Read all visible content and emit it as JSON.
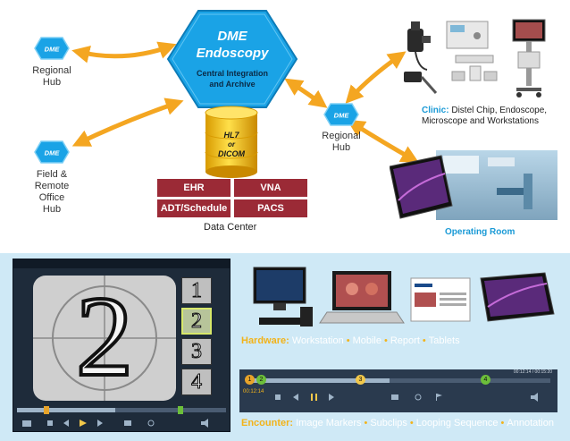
{
  "hub_hexes": [
    "DME",
    "DME",
    "DME"
  ],
  "central": {
    "title_line1": "DME",
    "title_line2": "Endoscopy",
    "sub_line1": "Central Integration",
    "sub_line2": "and Archive"
  },
  "cylinder": {
    "line1": "HL7",
    "line2": "or",
    "line3": "DICOM"
  },
  "hubs": {
    "regional_left": {
      "line1": "Regional",
      "line2": "Hub"
    },
    "field": {
      "line1": "Field &",
      "line2": "Remote",
      "line3": "Office",
      "line4": "Hub"
    },
    "regional_right": {
      "line1": "Regional",
      "line2": "Hub"
    }
  },
  "data_center": {
    "boxes": [
      "EHR",
      "VNA",
      "ADT/Schedule",
      "PACS"
    ],
    "label": "Data Center"
  },
  "clinic": {
    "prefix": "Clinic:",
    "line1": "Distel Chip, Endoscope,",
    "line2": "Microscope and Workstations"
  },
  "operating_room": "Operating Room",
  "countdown": {
    "big_number": "2",
    "thumbs": [
      "1",
      "2",
      "3",
      "4"
    ]
  },
  "hardware": {
    "prefix": "Hardware:",
    "items": [
      "Workstation",
      "Mobile",
      "Report",
      "Tablets"
    ]
  },
  "encounter": {
    "prefix": "Encounter:",
    "items": [
      "Image Markers",
      "Subclips",
      "Looping Sequence",
      "Annotation"
    ]
  },
  "timeline": {
    "time_current": "00:12:14",
    "time_total": "00:12:14 / 00:15:20",
    "markers": [
      "1",
      "2",
      "3",
      "4"
    ]
  },
  "colors": {
    "hex_blue": "#1aa3e6",
    "arrow_orange": "#f4a621",
    "data_center_red": "#9b2a36",
    "bottom_panel": "#cfe9f6",
    "caption_accent": "#f2b31a"
  }
}
